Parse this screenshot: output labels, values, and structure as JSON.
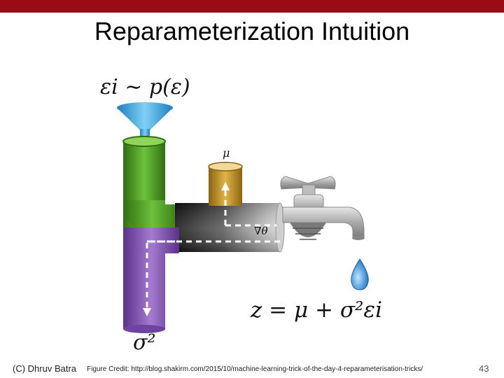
{
  "slide": {
    "title": "Reparameterization Intuition",
    "footer_author": "(C) Dhruv Batra",
    "footer_credit": "Figure Credit: http://blog.shakirm.com/2015/10/machine-learning-trick-of-the-day-4-reparameterisation-tricks/",
    "slide_number": "43"
  },
  "diagram": {
    "epsilon_label": "εi ∼ p(ε)",
    "mu_label": "μ",
    "nabla_label": "∇θ",
    "z_equation": "z = μ + σ²εi",
    "sigma_label": "σ²"
  },
  "colors": {
    "top_bar": "#9b0b14",
    "funnel": "#3fa6dd",
    "green_pipe": "#4f9e23",
    "purple_pipe": "#8a5cb5",
    "mu_cup": "#c79a2a",
    "faucet": "#b8b8b8",
    "drop": "#2f8ad6"
  }
}
